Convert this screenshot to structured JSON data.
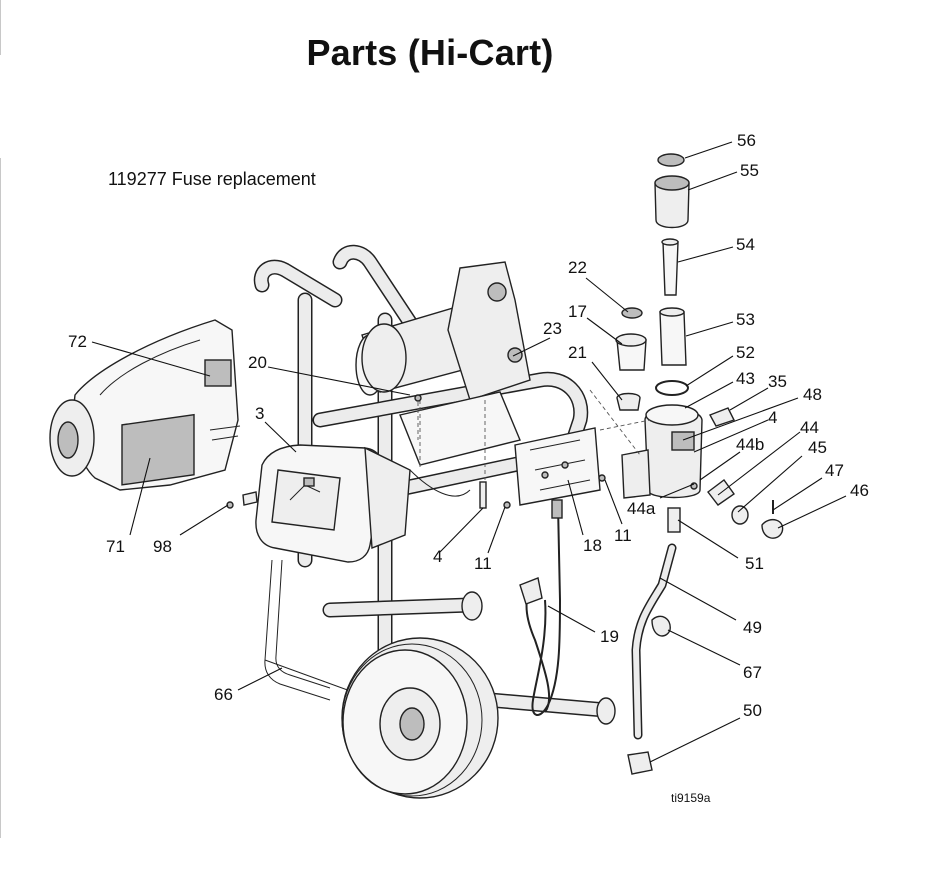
{
  "title": "Parts (Hi-Cart)",
  "note": "119277 Fuse replacement",
  "figure_id": "ti9159a",
  "callouts": [
    {
      "label": "56"
    },
    {
      "label": "55"
    },
    {
      "label": "54"
    },
    {
      "label": "22"
    },
    {
      "label": "17"
    },
    {
      "label": "53"
    },
    {
      "label": "23"
    },
    {
      "label": "72"
    },
    {
      "label": "21"
    },
    {
      "label": "52"
    },
    {
      "label": "20"
    },
    {
      "label": "43"
    },
    {
      "label": "35"
    },
    {
      "label": "48"
    },
    {
      "label": "3"
    },
    {
      "label": "4"
    },
    {
      "label": "44"
    },
    {
      "label": "44b"
    },
    {
      "label": "45"
    },
    {
      "label": "47"
    },
    {
      "label": "46"
    },
    {
      "label": "44a"
    },
    {
      "label": "11"
    },
    {
      "label": "71"
    },
    {
      "label": "98"
    },
    {
      "label": "4"
    },
    {
      "label": "11"
    },
    {
      "label": "18"
    },
    {
      "label": "51"
    },
    {
      "label": "49"
    },
    {
      "label": "19"
    },
    {
      "label": "67"
    },
    {
      "label": "66"
    },
    {
      "label": "50"
    }
  ]
}
